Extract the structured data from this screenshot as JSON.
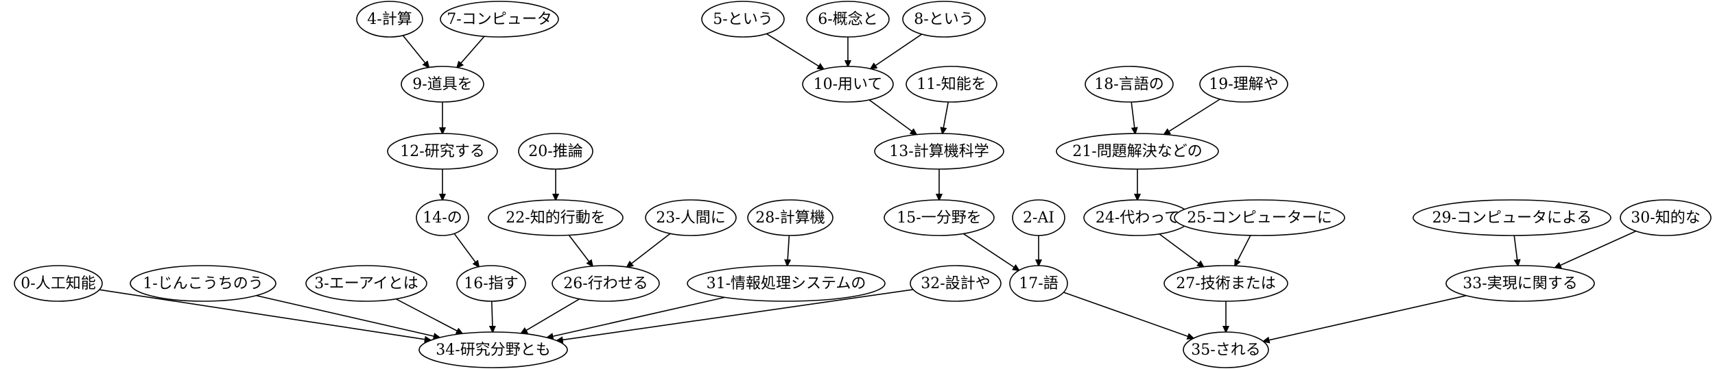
{
  "graph": {
    "nodes": [
      {
        "id": "n0",
        "label": "0-人工知能"
      },
      {
        "id": "n1",
        "label": "1-じんこうちのう"
      },
      {
        "id": "n2",
        "label": "2-AI"
      },
      {
        "id": "n3",
        "label": "3-エーアイとは"
      },
      {
        "id": "n4",
        "label": "4-計算"
      },
      {
        "id": "n5",
        "label": "5-という"
      },
      {
        "id": "n6",
        "label": "6-概念と"
      },
      {
        "id": "n7",
        "label": "7-コンピュータ"
      },
      {
        "id": "n8",
        "label": "8-という"
      },
      {
        "id": "n9",
        "label": "9-道具を"
      },
      {
        "id": "n10",
        "label": "10-用いて"
      },
      {
        "id": "n11",
        "label": "11-知能を"
      },
      {
        "id": "n12",
        "label": "12-研究する"
      },
      {
        "id": "n13",
        "label": "13-計算機科学"
      },
      {
        "id": "n14",
        "label": "14-の"
      },
      {
        "id": "n15",
        "label": "15-一分野を"
      },
      {
        "id": "n16",
        "label": "16-指す"
      },
      {
        "id": "n17",
        "label": "17-語"
      },
      {
        "id": "n18",
        "label": "18-言語の"
      },
      {
        "id": "n19",
        "label": "19-理解や"
      },
      {
        "id": "n20",
        "label": "20-推論"
      },
      {
        "id": "n21",
        "label": "21-問題解決などの"
      },
      {
        "id": "n22",
        "label": "22-知的行動を"
      },
      {
        "id": "n23",
        "label": "23-人間に"
      },
      {
        "id": "n24",
        "label": "24-代わって"
      },
      {
        "id": "n25",
        "label": "25-コンピューターに"
      },
      {
        "id": "n26",
        "label": "26-行わせる"
      },
      {
        "id": "n27",
        "label": "27-技術または"
      },
      {
        "id": "n28",
        "label": "28-計算機"
      },
      {
        "id": "n29",
        "label": "29-コンピュータによる"
      },
      {
        "id": "n30",
        "label": "30-知的な"
      },
      {
        "id": "n31",
        "label": "31-情報処理システムの"
      },
      {
        "id": "n32",
        "label": "32-設計や"
      },
      {
        "id": "n33",
        "label": "33-実現に関する"
      },
      {
        "id": "n34",
        "label": "34-研究分野とも"
      },
      {
        "id": "n35",
        "label": "35-される"
      }
    ],
    "edges": [
      {
        "from": "n4",
        "to": "n9"
      },
      {
        "from": "n7",
        "to": "n9"
      },
      {
        "from": "n5",
        "to": "n10"
      },
      {
        "from": "n6",
        "to": "n10"
      },
      {
        "from": "n8",
        "to": "n10"
      },
      {
        "from": "n9",
        "to": "n12"
      },
      {
        "from": "n10",
        "to": "n13"
      },
      {
        "from": "n11",
        "to": "n13"
      },
      {
        "from": "n18",
        "to": "n21"
      },
      {
        "from": "n19",
        "to": "n21"
      },
      {
        "from": "n12",
        "to": "n14"
      },
      {
        "from": "n20",
        "to": "n22"
      },
      {
        "from": "n13",
        "to": "n15"
      },
      {
        "from": "n21",
        "to": "n24"
      },
      {
        "from": "n14",
        "to": "n16"
      },
      {
        "from": "n22",
        "to": "n26"
      },
      {
        "from": "n23",
        "to": "n26"
      },
      {
        "from": "n28",
        "to": "n31"
      },
      {
        "from": "n15",
        "to": "n17"
      },
      {
        "from": "n2",
        "to": "n17"
      },
      {
        "from": "n24",
        "to": "n27"
      },
      {
        "from": "n25",
        "to": "n27"
      },
      {
        "from": "n29",
        "to": "n33"
      },
      {
        "from": "n30",
        "to": "n33"
      },
      {
        "from": "n0",
        "to": "n34"
      },
      {
        "from": "n1",
        "to": "n34"
      },
      {
        "from": "n3",
        "to": "n34"
      },
      {
        "from": "n16",
        "to": "n34"
      },
      {
        "from": "n26",
        "to": "n34"
      },
      {
        "from": "n31",
        "to": "n34"
      },
      {
        "from": "n32",
        "to": "n34"
      },
      {
        "from": "n17",
        "to": "n35"
      },
      {
        "from": "n27",
        "to": "n35"
      },
      {
        "from": "n33",
        "to": "n35"
      }
    ]
  }
}
